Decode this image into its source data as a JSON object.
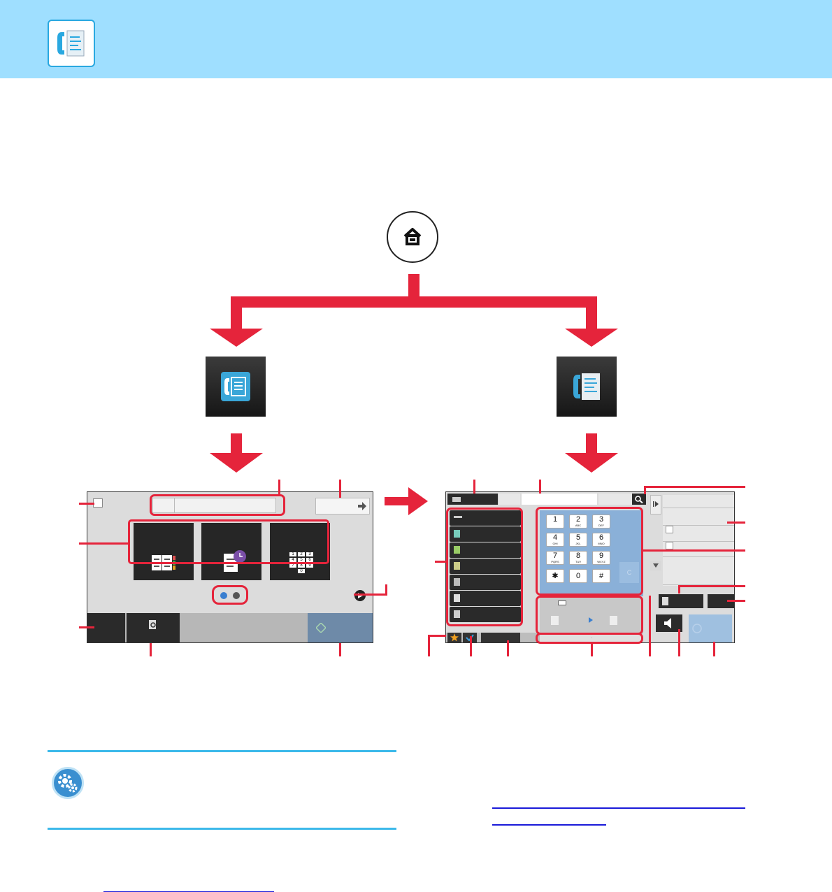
{
  "header": {
    "icon": "fax-document-icon"
  },
  "flow": {
    "home_icon": "home-icon",
    "easy_fax_icon": "easy-fax-app-icon",
    "fax_icon": "fax-app-icon"
  },
  "easy_screen": {
    "icons": [
      "address-book-icon",
      "sending-history-icon",
      "keypad-icon"
    ],
    "keypad_digits": [
      "1",
      "2",
      "3",
      "4",
      "5",
      "6",
      "7",
      "8",
      "9",
      "",
      "0",
      ""
    ]
  },
  "normal_screen": {
    "keys": [
      {
        "digit": "1",
        "letters": ""
      },
      {
        "digit": "2",
        "letters": "ABC"
      },
      {
        "digit": "3",
        "letters": "DEF"
      },
      {
        "digit": "4",
        "letters": "GHI"
      },
      {
        "digit": "5",
        "letters": "JKL"
      },
      {
        "digit": "6",
        "letters": "MNO"
      },
      {
        "digit": "7",
        "letters": "PQRS"
      },
      {
        "digit": "8",
        "letters": "TUV"
      },
      {
        "digit": "9",
        "letters": "WXYZ"
      },
      {
        "digit": "✱",
        "letters": ""
      },
      {
        "digit": "0",
        "letters": ""
      },
      {
        "digit": "#",
        "letters": ""
      }
    ],
    "clear_key": "C",
    "status_dot": "·"
  },
  "colors": {
    "header_band": "#9fdfff",
    "accent_red": "#e5243b",
    "rule_blue": "#3cb9ea",
    "link_blue": "#1a1ad9"
  }
}
